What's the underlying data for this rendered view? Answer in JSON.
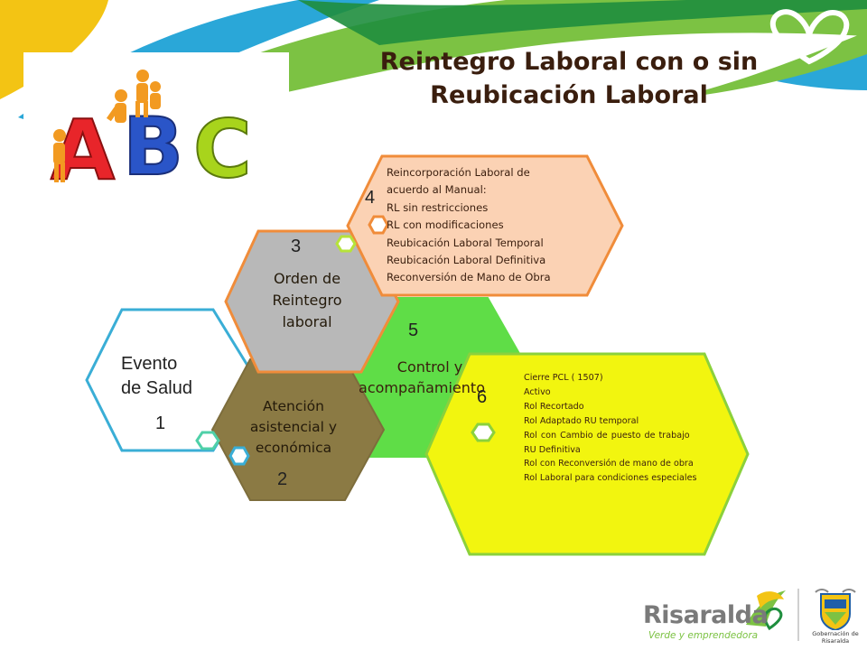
{
  "title": {
    "line1": "Reintegro Laboral  con o sin",
    "line2": "Reubicación Laboral"
  },
  "steps": [
    {
      "number": "1",
      "label_lines": [
        "Evento",
        "de Salud"
      ],
      "color": "#ffffff",
      "border": "#3aaed6"
    },
    {
      "number": "2",
      "label_lines": [
        "Atención",
        "asistencial y",
        "económica"
      ],
      "color": "#8b7a44",
      "border": "#7d6d3c"
    },
    {
      "number": "3",
      "label_lines": [
        "Orden de",
        "Reintegro",
        "laboral"
      ],
      "color": "#b8b8b8",
      "border": "#f08c3a"
    },
    {
      "number": "4",
      "heading_lines": [
        "Reincorporación Laboral de",
        "acuerdo al  Manual:"
      ],
      "items": [
        "RL sin restricciones",
        "RL con modificaciones",
        "Reubicación Laboral Temporal",
        "Reubicación Laboral Definitiva",
        "Reconversión de Mano de Obra"
      ],
      "color": "#fbd2b4",
      "border": "#f08c3a"
    },
    {
      "number": "5",
      "label_lines": [
        "Control y",
        "acompañamiento"
      ],
      "color": "#5fdd47",
      "border": "#5fdd47"
    },
    {
      "number": "6",
      "items": [
        "Cierre  PCL ( 1507)",
        "Activo",
        "Rol Recortado",
        "Rol Adaptado RU temporal",
        "Rol    con  Cambio  de  puesto  de  trabajo",
        "RU Definitiva",
        "Rol con Reconversión  de mano de obra",
        "Rol Laboral para condiciones especiales"
      ],
      "color": "#f2f50f",
      "border": "#8bd13c"
    }
  ],
  "abc_image": {
    "letters": [
      "A",
      "B",
      "C"
    ],
    "letter_colors": [
      "#e8252a",
      "#2a55c8",
      "#a8d41c"
    ]
  },
  "logo": {
    "brand": "Risaralda",
    "tagline": "Verde y emprendedora",
    "seal_caption_line1": "Gobernación de",
    "seal_caption_line2": "Risaralda"
  }
}
